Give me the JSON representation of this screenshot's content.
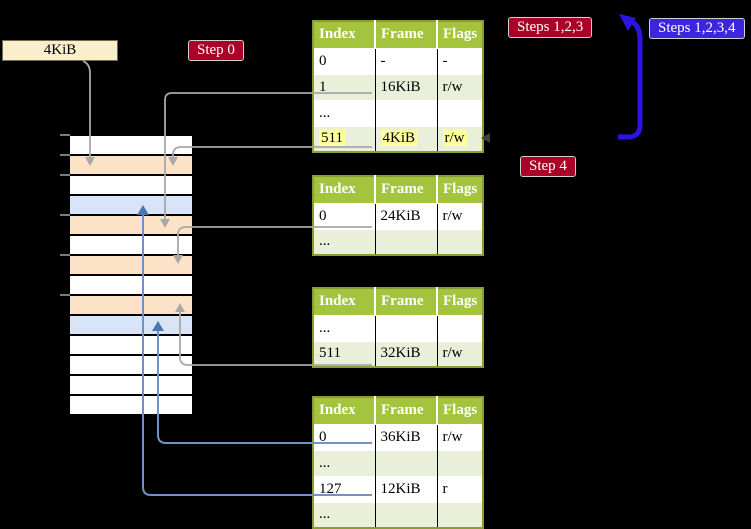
{
  "labels": {
    "frame_size_box": "4KiB"
  },
  "badges": {
    "step0": "Step 0",
    "steps123": "Steps 1,2,3",
    "steps1234": "Steps 1,2,3,4",
    "step4": "Step 4"
  },
  "tables": {
    "level4": {
      "headers": [
        "Index",
        "Frame",
        "Flags"
      ],
      "rows": [
        {
          "cells": [
            "0",
            "-",
            "-"
          ]
        },
        {
          "cells": [
            "1",
            "16KiB",
            "r/w"
          ]
        },
        {
          "cells": [
            "...",
            "",
            ""
          ]
        },
        {
          "cells": [
            "511",
            "4KiB",
            "r/w"
          ]
        }
      ]
    },
    "level3": {
      "headers": [
        "Index",
        "Frame",
        "Flags"
      ],
      "rows": [
        {
          "cells": [
            "0",
            "24KiB",
            "r/w"
          ]
        },
        {
          "cells": [
            "...",
            "",
            ""
          ]
        }
      ]
    },
    "level2": {
      "headers": [
        "Index",
        "Frame",
        "Flags"
      ],
      "rows": [
        {
          "cells": [
            "...",
            "",
            ""
          ]
        },
        {
          "cells": [
            "511",
            "32KiB",
            "r/w"
          ]
        }
      ]
    },
    "level1": {
      "headers": [
        "Index",
        "Frame",
        "Flags"
      ],
      "rows": [
        {
          "cells": [
            "0",
            "36KiB",
            "r/w"
          ]
        },
        {
          "cells": [
            "...",
            "",
            ""
          ]
        },
        {
          "cells": [
            "127",
            "12KiB",
            "r"
          ]
        },
        {
          "cells": [
            "...",
            "",
            ""
          ]
        }
      ]
    }
  },
  "memory": {
    "rows": [
      "white",
      "peach",
      "white",
      "blue",
      "peach",
      "white",
      "peach",
      "white",
      "peach",
      "blue",
      "white",
      "white",
      "white",
      "white"
    ]
  },
  "colors": {
    "background": "#000000",
    "header_green": "#a5c43e",
    "row_green": "#e9efd8",
    "row_white": "#ffffff",
    "table_border": "#8a9c33",
    "peach": "#fce3c8",
    "light_blue": "#d8e4f7",
    "cream": "#fbeecb",
    "badge_red": "#a90226",
    "badge_blue": "#3c25dc",
    "arrow_blue": "#2b15e2",
    "connector_gray": "#a8a8a8",
    "connector_blue": "#7292c4",
    "connector_blue_dark": "#4d74b0",
    "tick_gray": "#7d7d7d",
    "highlight_yellow": "#feff9e"
  }
}
